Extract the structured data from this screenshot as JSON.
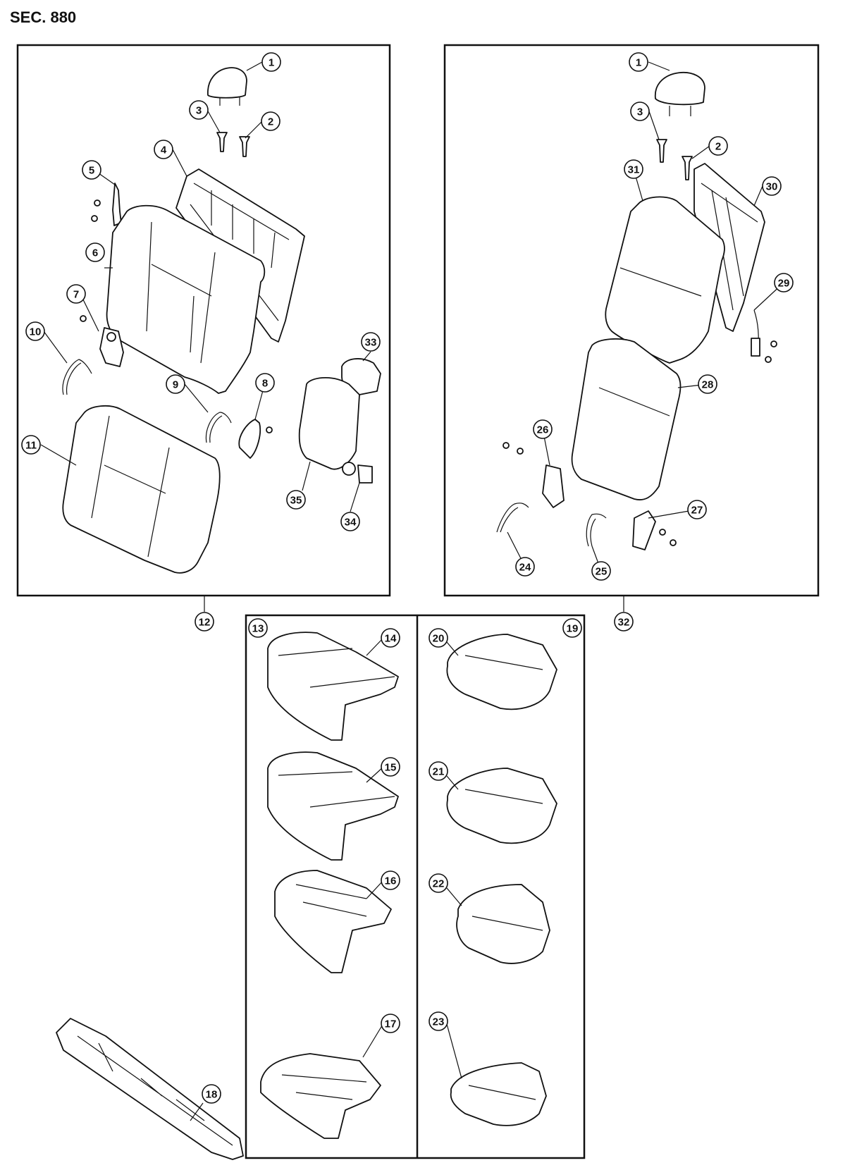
{
  "header": {
    "section_label": "SEC. 880"
  },
  "callouts": {
    "c1a": "1",
    "c2a": "2",
    "c3a": "3",
    "c4": "4",
    "c5": "5",
    "c6": "6",
    "c7": "7",
    "c8": "8",
    "c9": "9",
    "c10": "10",
    "c11": "11",
    "c12": "12",
    "c33": "33",
    "c34": "34",
    "c35": "35",
    "c1b": "1",
    "c2b": "2",
    "c3b": "3",
    "c31": "31",
    "c30": "30",
    "c29": "29",
    "c28": "28",
    "c26": "26",
    "c27": "27",
    "c24": "24",
    "c25": "25",
    "c32": "32",
    "c13": "13",
    "c14": "14",
    "c15": "15",
    "c16": "16",
    "c17": "17",
    "c19": "19",
    "c20": "20",
    "c21": "21",
    "c22": "22",
    "c23": "23",
    "c18": "18"
  }
}
